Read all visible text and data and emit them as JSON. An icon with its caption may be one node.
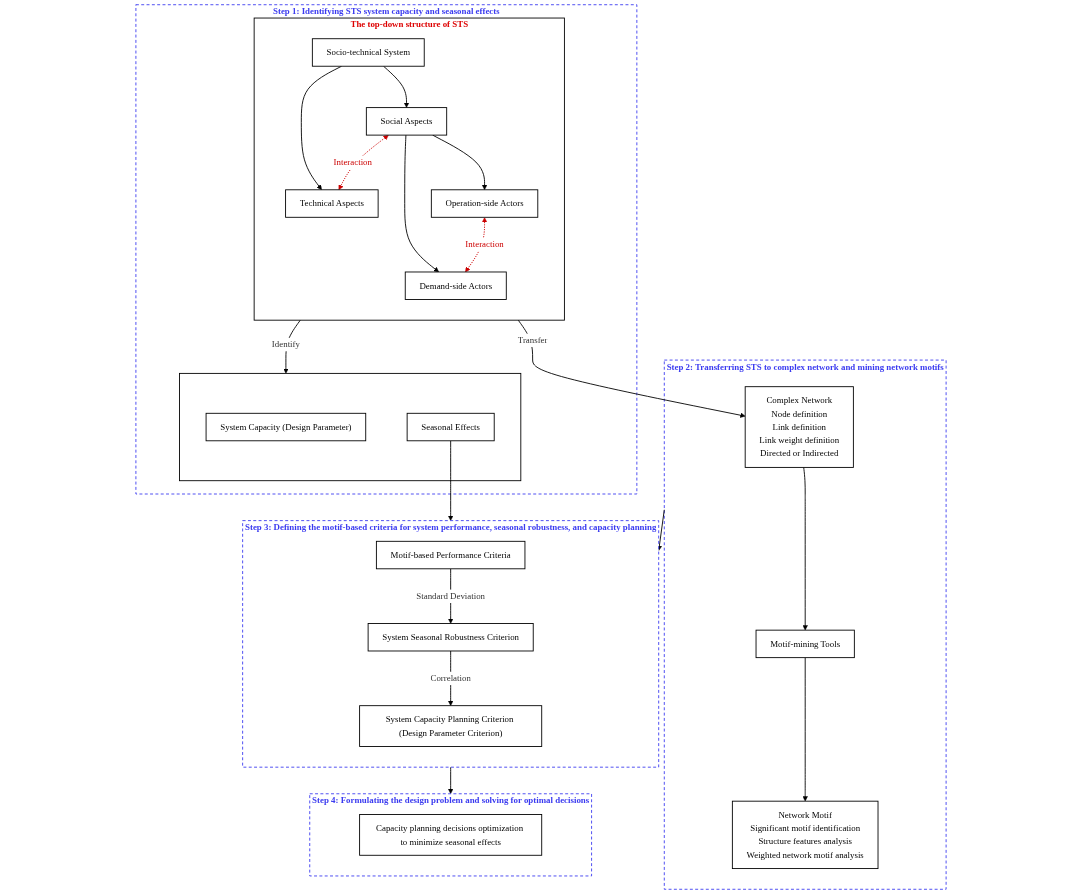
{
  "diagram": {
    "nodes": [
      {
        "text": [
          "Step 1: Identifying STS system capacity and seasonal effects"
        ]
      },
      {
        "text": [
          "The top-down structure of STS"
        ],
        "in": 0
      },
      {
        "text": [
          "Socio-technical System"
        ],
        "in": 1
      },
      {
        "text": [
          "Social Aspects"
        ],
        "in": 1
      },
      {
        "text": [
          "Technical Aspects"
        ],
        "in": 1
      },
      {
        "text": [
          "Operation-side Actors"
        ],
        "in": 1
      },
      {
        "text": [
          "Demand-side Actors"
        ],
        "in": 1
      },
      {
        "text": [],
        "shape": "box",
        "in": 0
      },
      {
        "text": [
          "System Capacity (Design Parameter)"
        ],
        "in": 7
      },
      {
        "text": [
          "Seasonal Effects"
        ],
        "in": 7
      },
      {
        "text": [
          "Step 2: Transferring STS to complex network and mining network motifs"
        ]
      },
      {
        "text": [
          "Complex Network",
          "Node definition",
          "Link definition",
          "Link weight definition",
          "Directed or Indirected"
        ],
        "in": 10
      },
      {
        "text": [
          "Motif-mining Tools"
        ],
        "in": 10
      },
      {
        "text": [
          "Network Motif",
          "Significant motif identification",
          "Structure features analysis",
          "Weighted network motif analysis"
        ],
        "in": 10
      },
      {
        "text": [
          "Step 3: Defining the motif-based criteria for system performance, seasonal robustness, and capacity planning"
        ]
      },
      {
        "text": [
          "Motif-based Performance Criteria"
        ],
        "in": 14
      },
      {
        "text": [
          "System Seasonal Robustness Criterion"
        ],
        "in": 14
      },
      {
        "text": [
          "System Capacity Planning Criterion (Design Parameter Criterion)"
        ],
        "in": 14
      },
      {
        "text": [
          "Step 4: Formulating the design problem and solving for optimal decisions"
        ]
      },
      {
        "text": [
          "Capacity planning decisions optimization to minimize seasonal effects"
        ],
        "in": 18
      }
    ],
    "edges": [
      {
        "from": 2,
        "to": 3,
        "arrow": "to"
      },
      {
        "from": 2,
        "to": 4,
        "arrow": "to"
      },
      {
        "from": 3,
        "to": 4,
        "arrow": "both",
        "label": "Interaction",
        "style": "dashed",
        "color": "#cc0000"
      },
      {
        "from": 3,
        "to": 5,
        "arrow": "to"
      },
      {
        "from": 3,
        "to": 6,
        "arrow": "to"
      },
      {
        "from": 5,
        "to": 6,
        "arrow": "both",
        "label": "Interaction",
        "style": "dashed",
        "color": "#cc0000"
      },
      {
        "from": 1,
        "to": 7,
        "arrow": "to",
        "label": "Identify"
      },
      {
        "from": 1,
        "to": 11,
        "arrow": "to",
        "label": "Transfer"
      },
      {
        "from": 11,
        "to": 12,
        "arrow": "to"
      },
      {
        "from": 12,
        "to": 13,
        "arrow": "to"
      },
      {
        "from": 9,
        "to": 14,
        "arrow": "to"
      },
      {
        "from": 10,
        "to": 14,
        "arrow": "to"
      },
      {
        "from": 15,
        "to": 16,
        "arrow": "to",
        "label": "Standard Deviation"
      },
      {
        "from": 16,
        "to": 17,
        "arrow": "to",
        "label": "Correlation"
      },
      {
        "from": 14,
        "to": 18,
        "arrow": "to"
      }
    ]
  }
}
